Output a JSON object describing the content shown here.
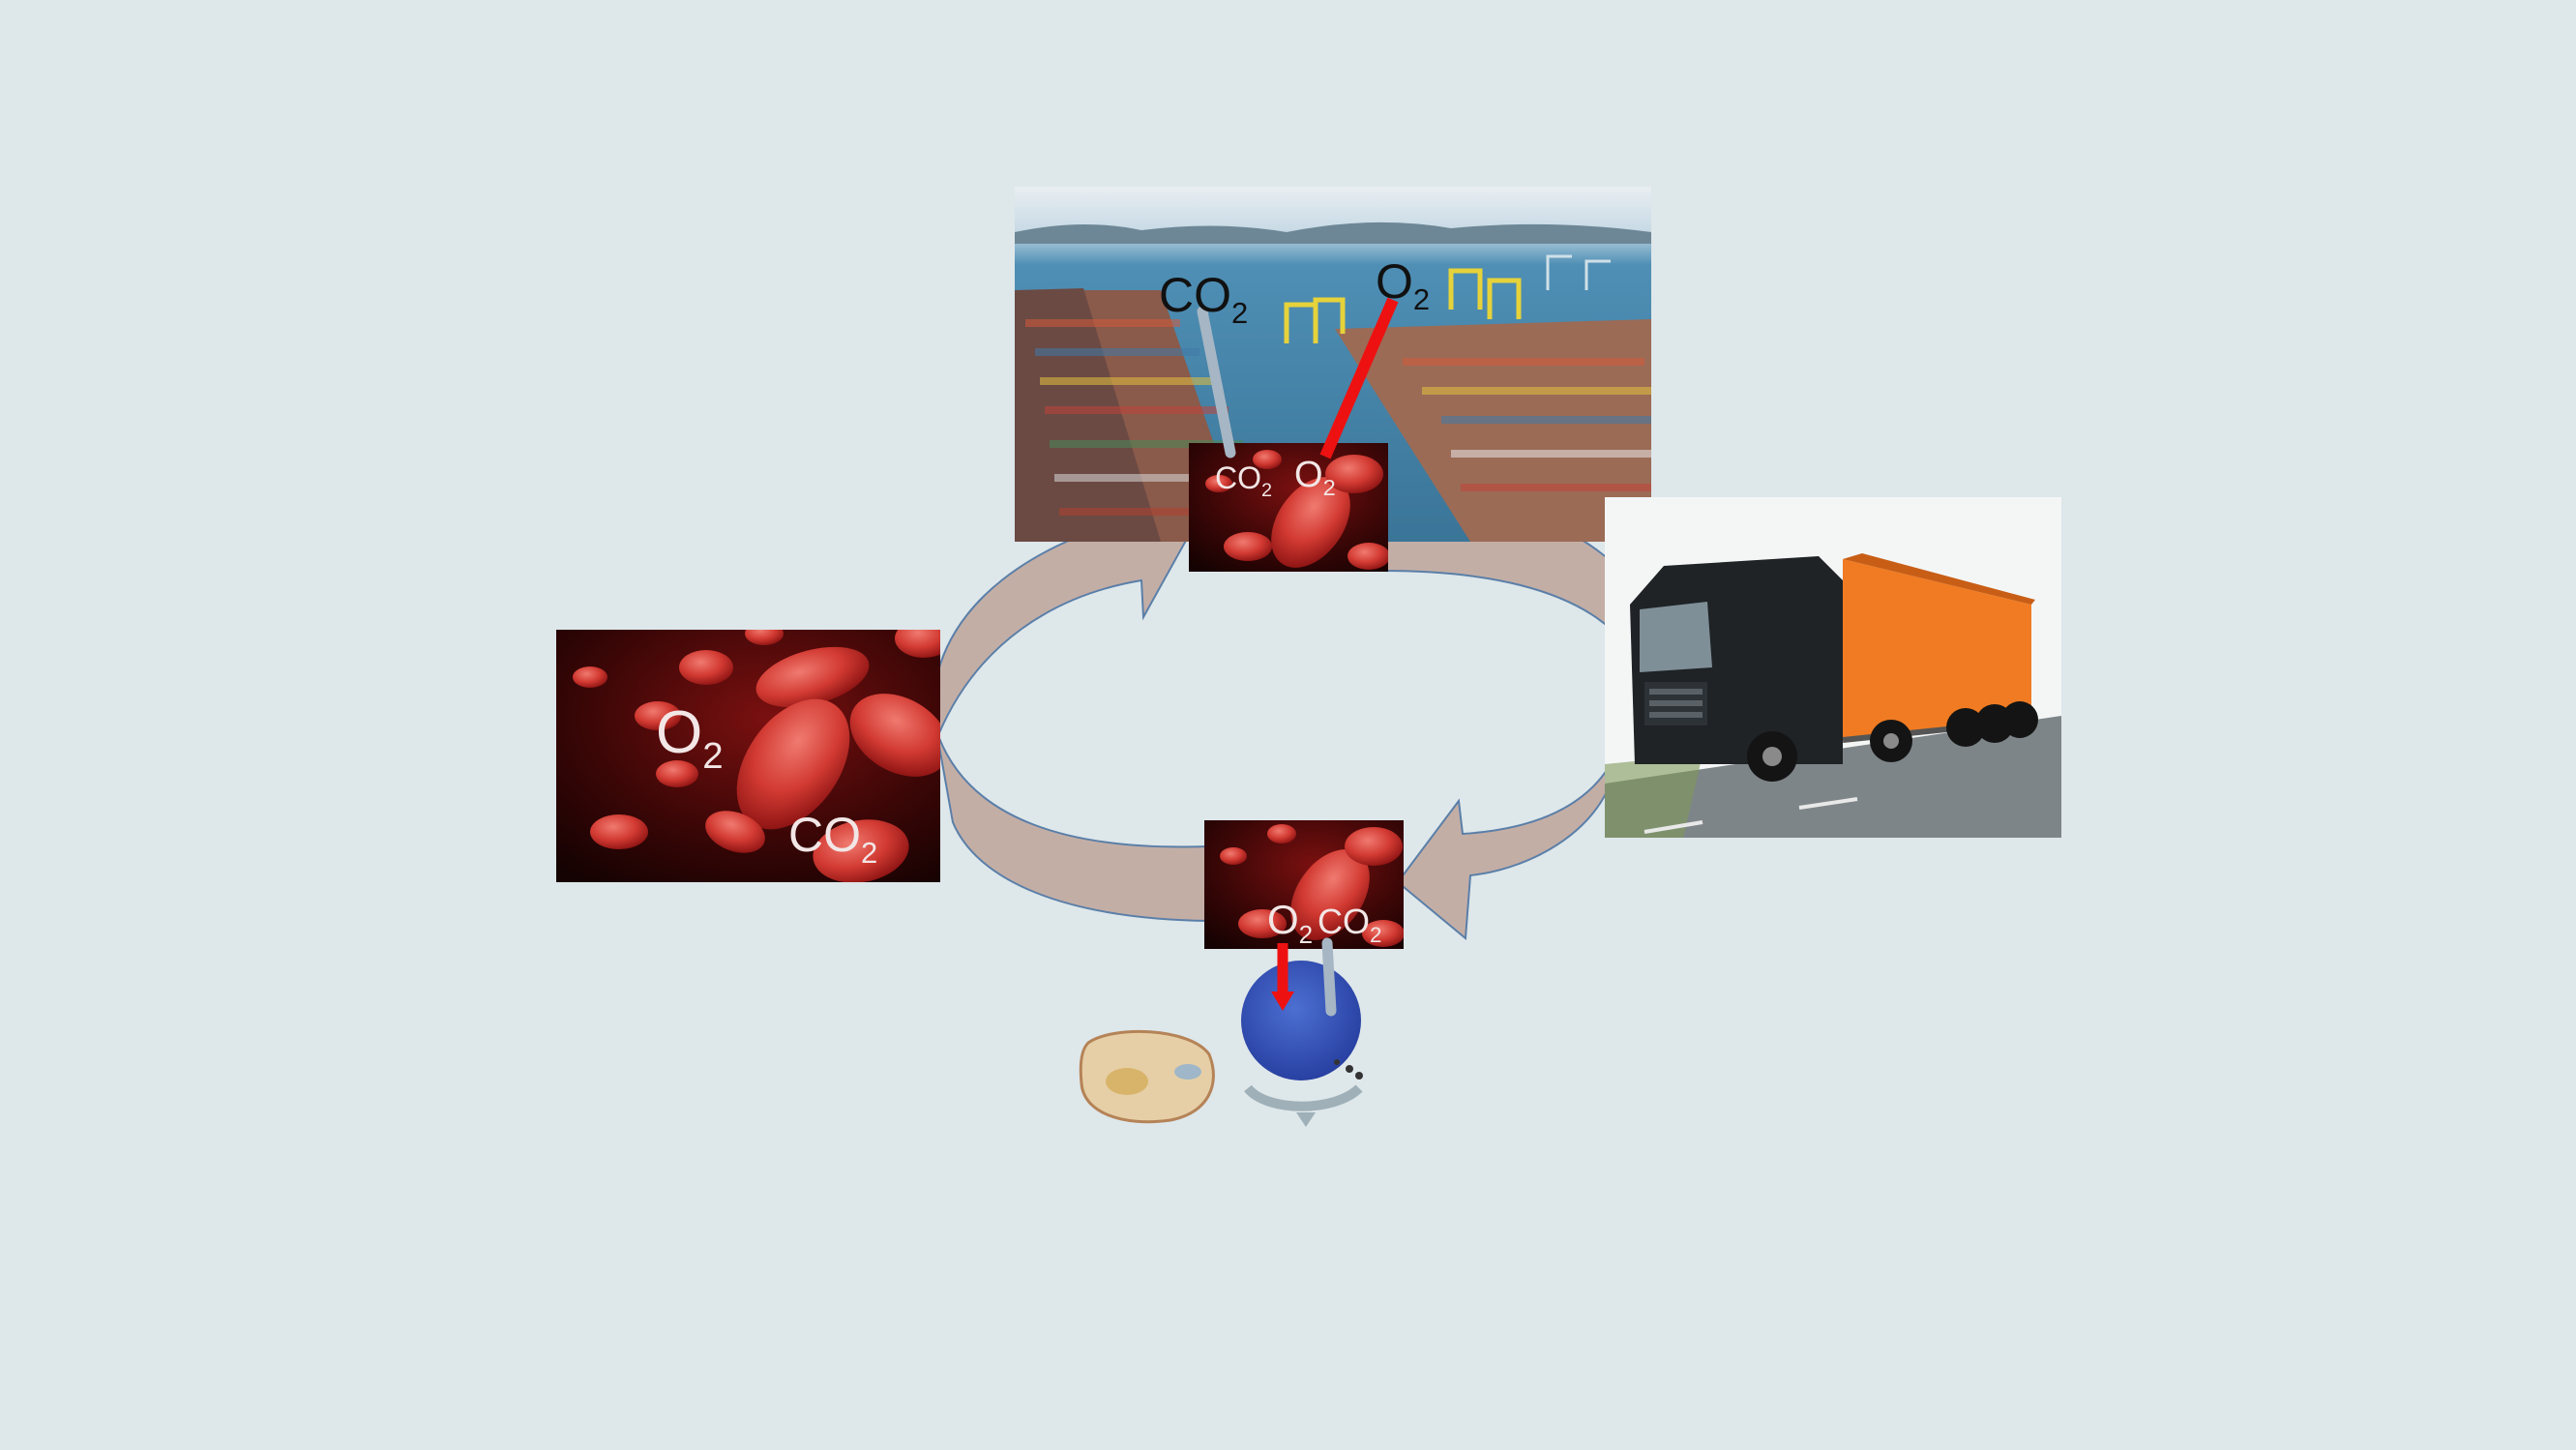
{
  "colors": {
    "background": "#dee7ea",
    "cycle_arrow_fill": "#c3aea6",
    "cycle_arrow_stroke": "#5a7fa8",
    "o2_tube": "#ee1111",
    "co2_tube": "#a6b6c4",
    "blood_cell": "#c42222",
    "water": "#4f8fb5",
    "truck_trailer": "#f07b22",
    "cell_membrane": "#2b4aa6"
  },
  "images": {
    "port": "harbor-container-port-photo",
    "truck": "orange-trailer-truck-photo",
    "blood_large": "red-blood-cells-photo",
    "blood_top": "red-blood-cells-photo",
    "blood_bottom": "red-blood-cells-photo",
    "cell": "cellular-respiration-diagram"
  },
  "labels": {
    "port_co2": {
      "main": "CO",
      "sub": "2"
    },
    "port_o2": {
      "main": "O",
      "sub": "2"
    },
    "top_cells_co2": {
      "main": "CO",
      "sub": "2"
    },
    "top_cells_o2": {
      "main": "O",
      "sub": "2"
    },
    "left_cells_o2": {
      "main": "O",
      "sub": "2"
    },
    "left_cells_co2": {
      "main": "CO",
      "sub": "2"
    },
    "bottom_cells_o2": {
      "main": "O",
      "sub": "2"
    },
    "bottom_cells_co2": {
      "main": "CO",
      "sub": "2"
    }
  }
}
